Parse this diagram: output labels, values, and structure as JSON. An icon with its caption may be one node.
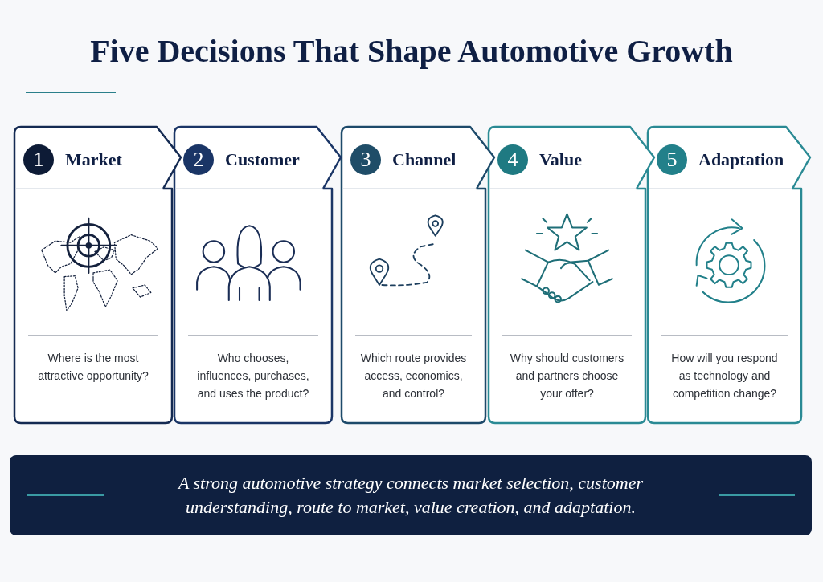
{
  "diagram": {
    "title": "Five Decisions That Shape Automotive Growth",
    "nodes": [
      {
        "text": [
          "1",
          "Market",
          "Where is the most attractive opportunity?"
        ]
      },
      {
        "text": [
          "2",
          "Customer",
          "Who chooses, influences, purchases, and uses the product?"
        ]
      },
      {
        "text": [
          "3",
          "Channel",
          "Which route provides access, economics, and control?"
        ]
      },
      {
        "text": [
          "4",
          "Value",
          "Why should customers and partners choose your offer?"
        ]
      },
      {
        "text": [
          "5",
          "Adaptation",
          "How will you respond as technology and competition change?"
        ]
      },
      {
        "text": [
          "A strong automotive strategy connects market selection, customer understanding, route to market, value creation, and adaptation."
        ]
      }
    ]
  }
}
